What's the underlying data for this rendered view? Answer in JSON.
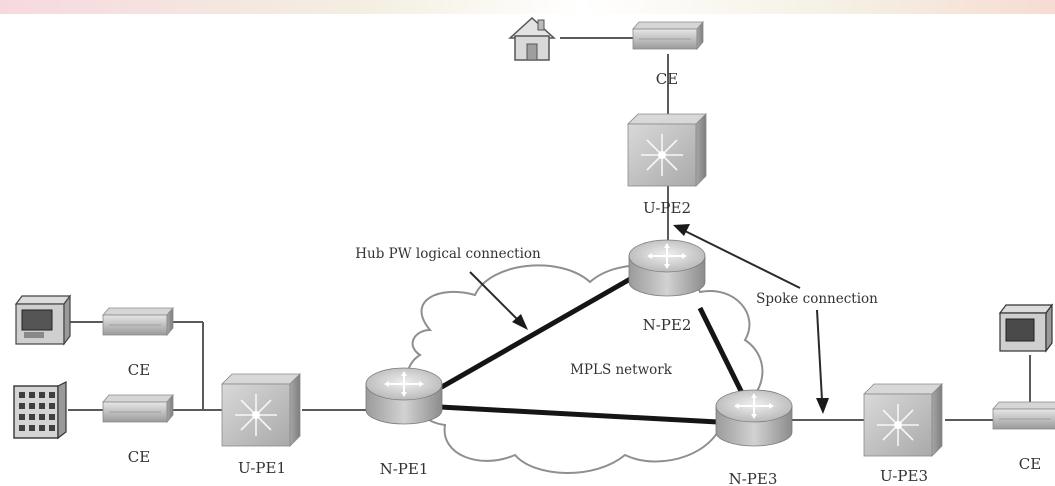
{
  "nodes": {
    "ce_top": "CE",
    "u_pe2": "U-PE2",
    "n_pe2": "N-PE2",
    "ce_left_1": "CE",
    "ce_left_2": "CE",
    "u_pe1": "U-PE1",
    "n_pe1": "N-PE1",
    "n_pe3": "N-PE3",
    "u_pe3": "U-PE3",
    "ce_right": "CE"
  },
  "annotations": {
    "hub_pw": "Hub PW logical connection",
    "spoke": "Spoke connection",
    "mpls": "MPLS network"
  },
  "icons": [
    "house-icon",
    "server-icon",
    "building-icon",
    "computer-icon",
    "ce-switch-icon",
    "upe-switch-icon",
    "router-icon",
    "cloud-icon"
  ],
  "colors": {
    "device": "#c9c9c9",
    "device_dark": "#8e8e8e",
    "line": "#5a5a5a",
    "pw_link": "#151515"
  }
}
